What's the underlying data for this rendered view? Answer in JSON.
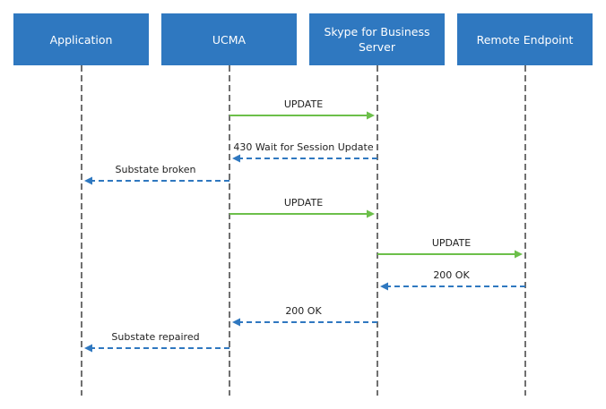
{
  "participants": [
    {
      "id": "app",
      "label": "Application"
    },
    {
      "id": "ucma",
      "label": "UCMA"
    },
    {
      "id": "sfb",
      "label": "Skype for Business\nServer"
    },
    {
      "id": "remote",
      "label": "Remote Endpoint"
    }
  ],
  "messages": [
    {
      "from": "ucma",
      "to": "sfb",
      "label": "UPDATE",
      "style": "request"
    },
    {
      "from": "sfb",
      "to": "ucma",
      "label": "430 Wait for Session Update",
      "style": "response"
    },
    {
      "from": "ucma",
      "to": "app",
      "label": "Substate broken",
      "style": "response"
    },
    {
      "from": "ucma",
      "to": "sfb",
      "label": "UPDATE",
      "style": "request"
    },
    {
      "from": "sfb",
      "to": "remote",
      "label": "UPDATE",
      "style": "request"
    },
    {
      "from": "remote",
      "to": "sfb",
      "label": "200 OK",
      "style": "response"
    },
    {
      "from": "sfb",
      "to": "ucma",
      "label": "200 OK",
      "style": "response"
    },
    {
      "from": "ucma",
      "to": "app",
      "label": "Substate repaired",
      "style": "response"
    }
  ],
  "colors": {
    "actor_fill": "#2f78c0",
    "actor_text": "#ffffff",
    "lifeline": "#707070",
    "request_arrow": "#6cbf4a",
    "response_arrow": "#2f78c0",
    "label_text": "#222222"
  }
}
